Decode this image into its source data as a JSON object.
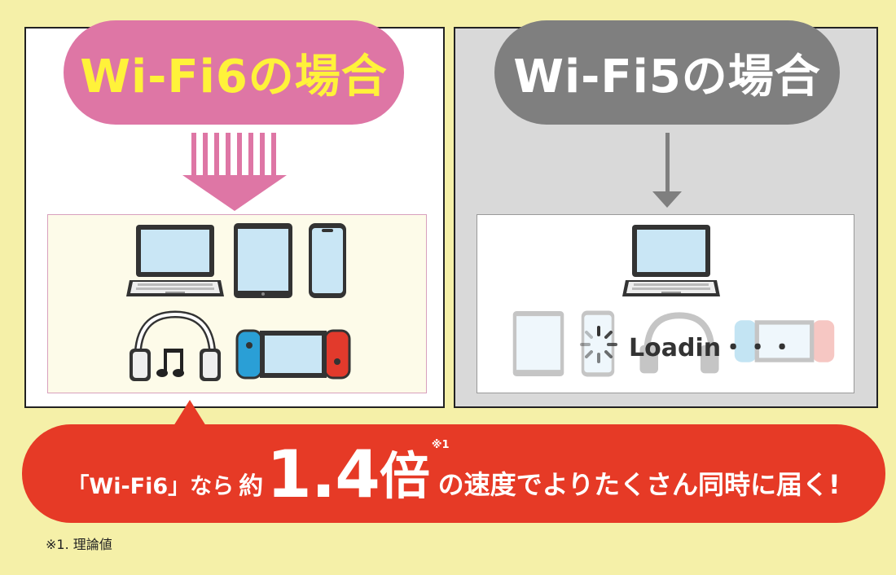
{
  "panels": {
    "wifi6": {
      "title": "Wi-Fi6の場合",
      "pill_color": "#de76a5",
      "title_color": "#fff23a"
    },
    "wifi5": {
      "title": "Wi-Fi5の場合",
      "pill_color": "#7f7f7f",
      "title_color": "#ffffff",
      "loading_text": "Loadin・・・"
    }
  },
  "devices": [
    "laptop-icon",
    "tablet-icon",
    "smartphone-icon",
    "headphones-icon",
    "music-note-icon",
    "game-console-icon"
  ],
  "banner": {
    "prefix": "「Wi-Fi6」なら",
    "about": "約",
    "value": "1.4倍",
    "value_number": "1.4",
    "value_unit": "倍",
    "note_mark": "※1",
    "suffix": "の速度でよりたくさん同時に届く!",
    "color": "#e63a26"
  },
  "footnote": "※1. 理論値"
}
